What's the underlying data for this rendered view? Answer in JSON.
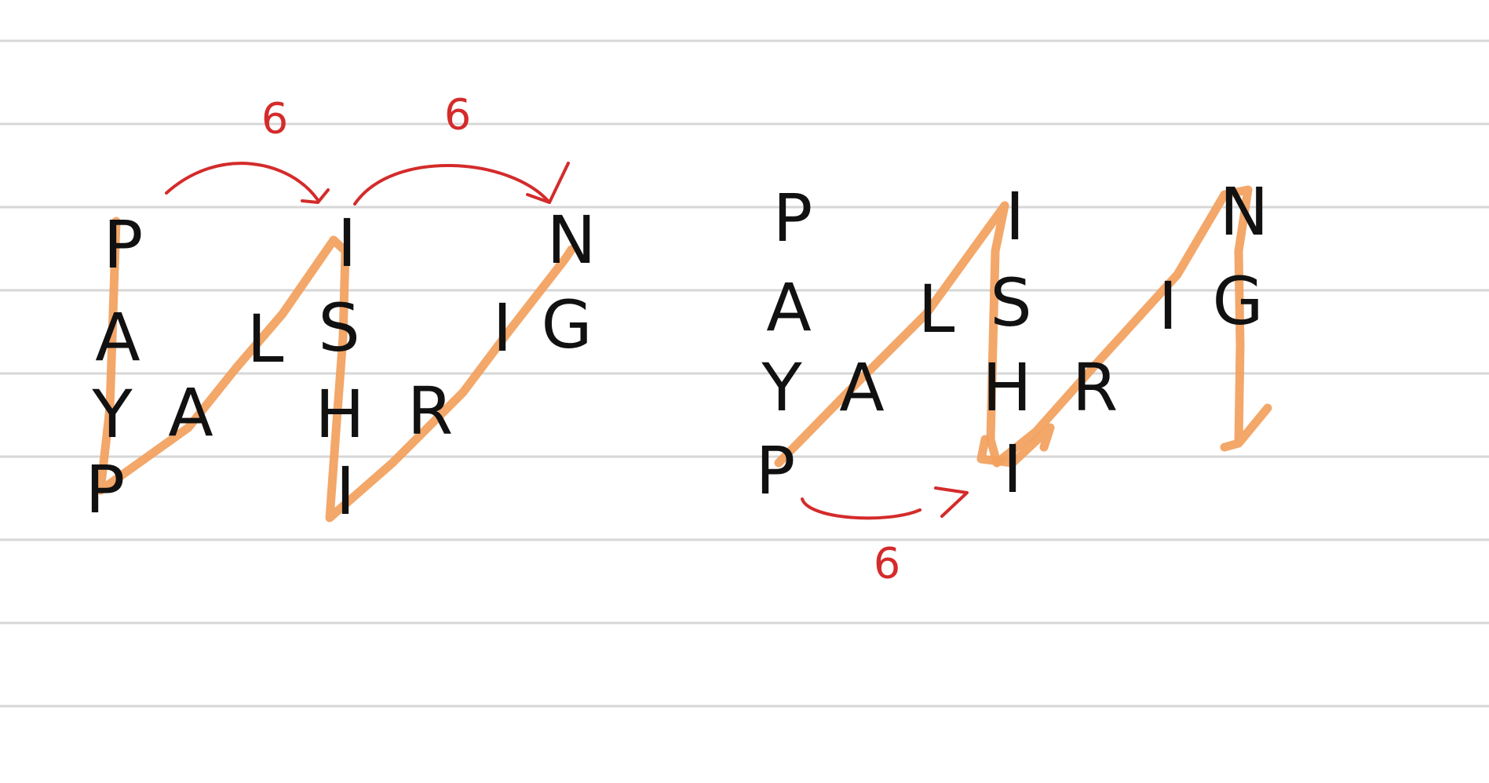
{
  "diagrams": [
    {
      "name": "left-zigzag",
      "letters": [
        {
          "char": "P"
        },
        {
          "char": "A"
        },
        {
          "char": "Y"
        },
        {
          "char": "P"
        },
        {
          "char": "A"
        },
        {
          "char": "L"
        },
        {
          "char": "I"
        },
        {
          "char": "S"
        },
        {
          "char": "H"
        },
        {
          "char": "I"
        },
        {
          "char": "R"
        },
        {
          "char": "I"
        },
        {
          "char": "N"
        },
        {
          "char": "G"
        }
      ],
      "distance_labels": [
        "6",
        "6"
      ]
    },
    {
      "name": "right-zigzag",
      "letters": [
        {
          "char": "P"
        },
        {
          "char": "A"
        },
        {
          "char": "Y"
        },
        {
          "char": "P"
        },
        {
          "char": "A"
        },
        {
          "char": "L"
        },
        {
          "char": "I"
        },
        {
          "char": "S"
        },
        {
          "char": "H"
        },
        {
          "char": "I"
        },
        {
          "char": "R"
        },
        {
          "char": "I"
        },
        {
          "char": "N"
        },
        {
          "char": "G"
        }
      ],
      "distance_labels": [
        "6"
      ]
    }
  ],
  "colors": {
    "ink": "#111111",
    "highlight": "#f2a05e",
    "annotation": "#d42b2b",
    "ruled_line": "#d7d7d7",
    "background": "#ffffff"
  }
}
